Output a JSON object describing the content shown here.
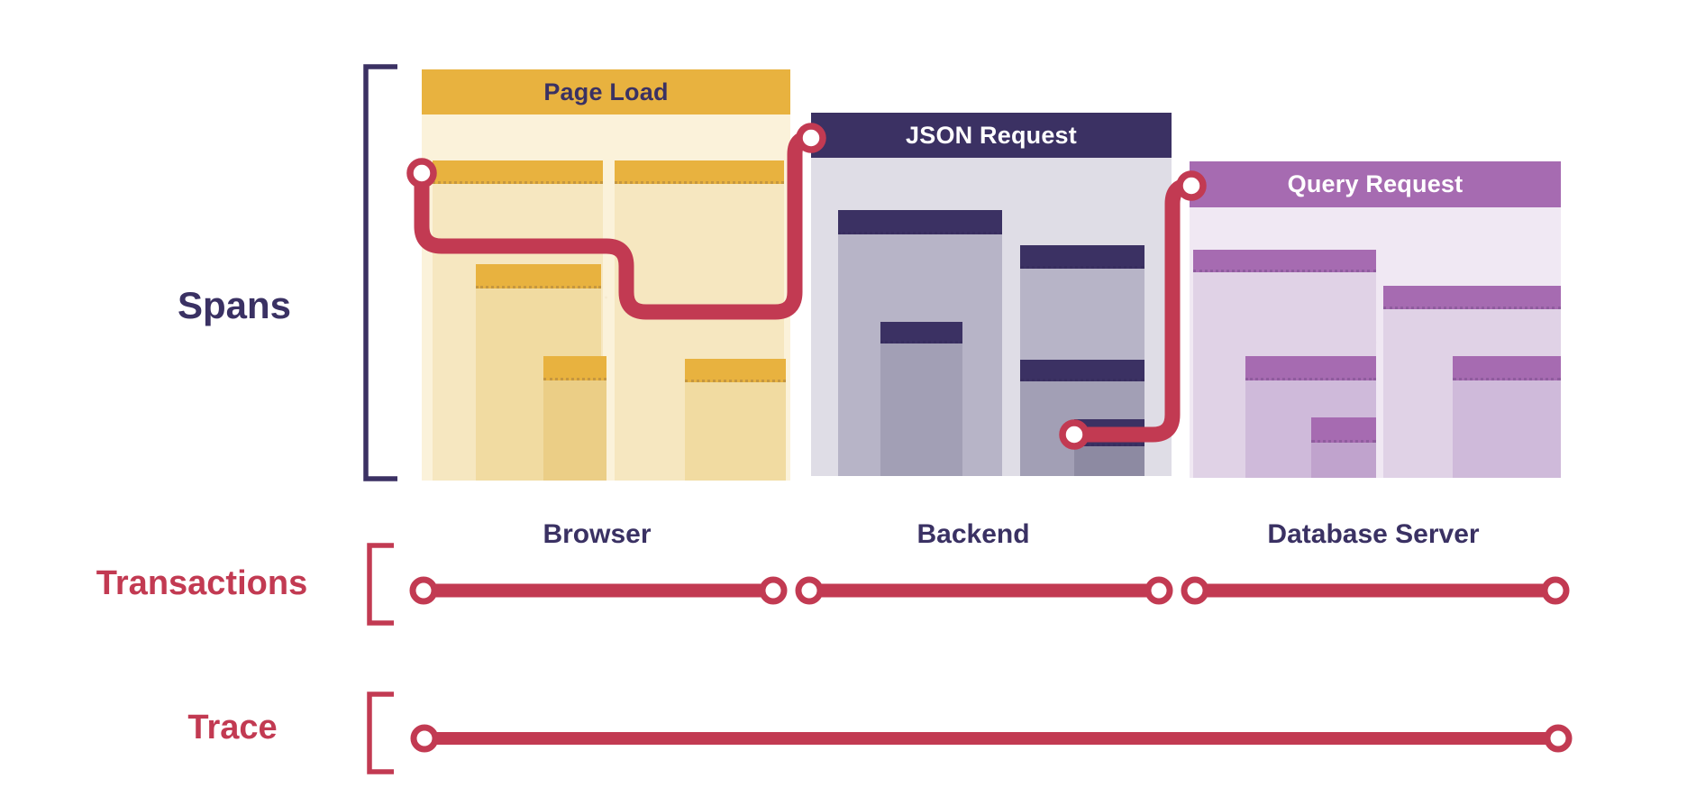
{
  "labels": {
    "spans": "Spans",
    "transactions": "Transactions",
    "trace": "Trace"
  },
  "blocks": [
    {
      "title": "Page Load",
      "caption": "Browser",
      "theme": "gold"
    },
    {
      "title": "JSON Request",
      "caption": "Backend",
      "theme": "navy"
    },
    {
      "title": "Query Request",
      "caption": "Database Server",
      "theme": "purple"
    }
  ],
  "colors": {
    "gold_header": "#E8B23F",
    "gold_body": "#FBF2DA",
    "navy_header": "#3B3163",
    "navy_body": "#DFDDE6",
    "purple_header": "#A66BB1",
    "purple_body": "#F0E8F3",
    "trace_red": "#C23A52",
    "text_navy": "#3A3163"
  }
}
